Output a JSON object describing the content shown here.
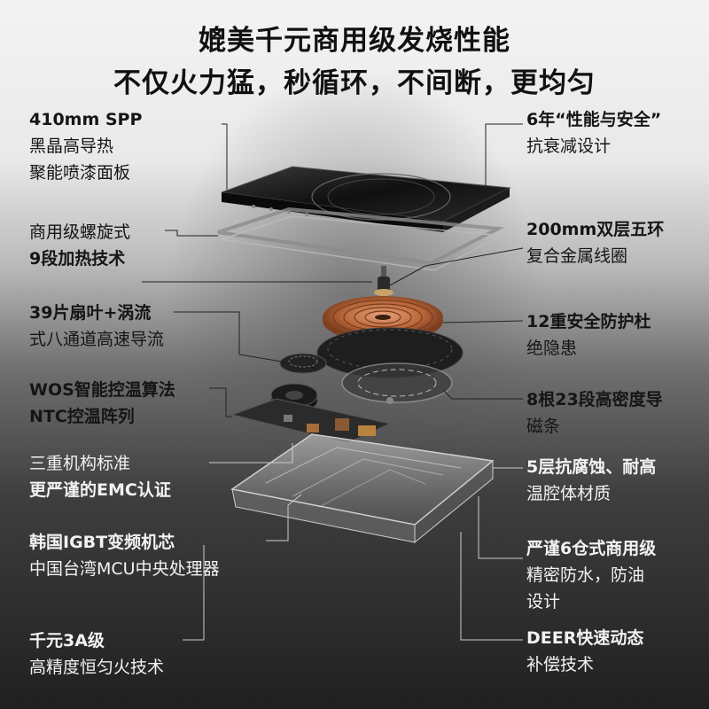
{
  "title_line1": "媲美千元商用级发烧性能",
  "title_line2": "不仅火力猛，秒循环，不间断，更均匀",
  "left_features": [
    {
      "line1": "410mm SPP",
      "line2": "黑晶高导热",
      "line3": "聚能喷漆面板"
    },
    {
      "line1": "商用级螺旋式",
      "line2": "9段加热技术"
    },
    {
      "line1": "39片扇叶+涡流",
      "line2": "式八通道高速导流"
    },
    {
      "line1": "WOS智能控温算法",
      "line2": "NTC控温阵列"
    },
    {
      "line1": "三重机构标准",
      "line2": "更严谨的EMC认证"
    },
    {
      "line1": "韩国IGBT变频机芯",
      "line2": "中国台湾MCU中央处理器"
    },
    {
      "line1": "千元3A级",
      "line2": "高精度恒匀火技术"
    }
  ],
  "right_features": [
    {
      "line1": "6年“性能与安全”",
      "line2": "抗衰减设计"
    },
    {
      "line1": "200mm双层五环",
      "line2": "复合金属线圈"
    },
    {
      "line1": "12重安全防护杜",
      "line2": "绝隐患"
    },
    {
      "line1": "8根23段高密度导",
      "line2": "磁条"
    },
    {
      "line1": "5层抗腐蚀、耐高",
      "line2": "温腔体材质"
    },
    {
      "line1": "严谨6仓式商用级",
      "line2": "精密防水，防油",
      "line3": "设计"
    },
    {
      "line1": "DEER快速动态",
      "line2": "补偿技术"
    }
  ],
  "colors": {
    "text_light_bg": "#151515",
    "text_dark_bg": "#f2f2f2",
    "copper": "#b8663a",
    "glass_top": "#1a1a1a"
  }
}
